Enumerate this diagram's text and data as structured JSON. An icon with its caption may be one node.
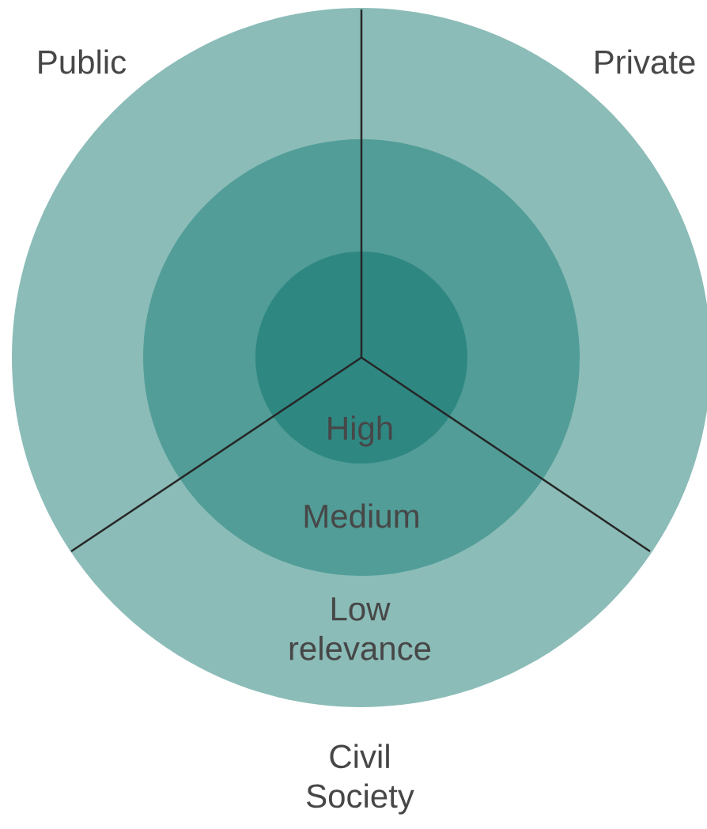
{
  "diagram": {
    "nodes": [
      {
        "text": [
          "Low relevance"
        ]
      },
      {
        "text": [
          "Medium"
        ],
        "in": 0
      },
      {
        "text": [
          "High"
        ],
        "in": 1
      }
    ],
    "labels": [
      "Public",
      "Private",
      "Civil Society"
    ]
  }
}
